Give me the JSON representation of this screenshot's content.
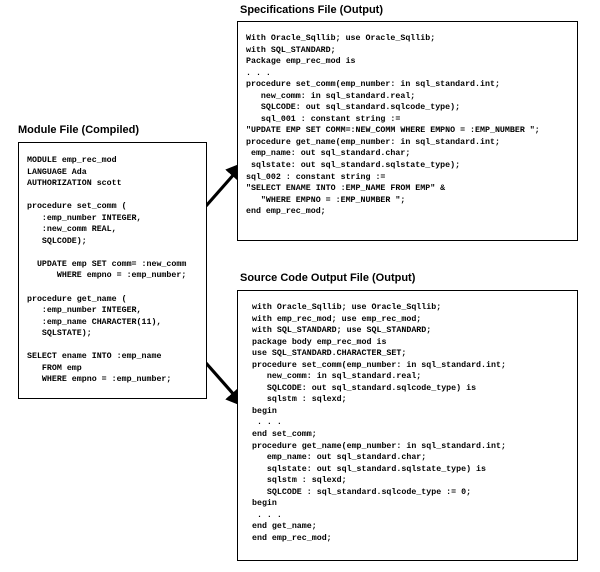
{
  "diagram": {
    "type": "flow-diagram",
    "title_font_weight": "bold",
    "background_color": "#ffffff",
    "line_color": "#000000"
  },
  "panels": {
    "module": {
      "title": "Module File (Compiled)",
      "code": "MODULE emp_rec_mod\nLANGUAGE Ada\nAUTHORIZATION scott\n\nprocedure set_comm (\n   :emp_number INTEGER,\n   :new_comm REAL,\n   SQLCODE);\n\n  UPDATE emp SET comm= :new_comm\n      WHERE empno = :emp_number;\n\nprocedure get_name (\n   :emp_number INTEGER,\n   :emp_name CHARACTER(11),\n   SQLSTATE);\n\nSELECT ename INTO :emp_name\n   FROM emp\n   WHERE empno = :emp_number;"
    },
    "specifications": {
      "title": "Specifications File (Output)",
      "code": "With Oracle_Sqllib; use Oracle_Sqllib;\nwith SQL_STANDARD;\nPackage emp_rec_mod is\n. . .\nprocedure set_comm(emp_number: in sql_standard.int;\n   new_comm: in sql_standard.real;\n   SQLCODE: out sql_standard.sqlcode_type);\n   sql_001 : constant string :=\n\"UPDATE EMP SET COMM=:NEW_COMM WHERE EMPNO = :EMP_NUMBER \";\nprocedure get_name(emp_number: in sql_standard.int;\n emp_name: out sql_standard.char;\n sqlstate: out sql_standard.sqlstate_type);\nsql_002 : constant string :=\n\"SELECT ENAME INTO :EMP_NAME FROM EMP\" &\n   \"WHERE EMPNO = :EMP_NUMBER \";\nend emp_rec_mod;"
    },
    "source_code": {
      "title": "Source Code Output File (Output)",
      "code": "with Oracle_Sqllib; use Oracle_Sqllib;\nwith emp_rec_mod; use emp_rec_mod;\nwith SQL_STANDARD; use SQL_STANDARD;\npackage body emp_rec_mod is\nuse SQL_STANDARD.CHARACTER_SET;\nprocedure set_comm(emp_number: in sql_standard.int;\n   new_comm: in sql_standard.real;\n   SQLCODE: out sql_standard.sqlcode_type) is\n   sqlstm : sqlexd;\nbegin\n . . .\nend set_comm;\nprocedure get_name(emp_number: in sql_standard.int;\n   emp_name: out sql_standard.char;\n   sqlstate: out sql_standard.sqlstate_type) is\n   sqlstm : sqlexd;\n   SQLCODE : sql_standard.sqlcode_type := 0;\nbegin\n . . .\nend get_name;\nend emp_rec_mod;"
    }
  },
  "arrows": [
    {
      "name": "module-to-specifications",
      "from": "module",
      "to": "specifications",
      "direction": "up-right"
    },
    {
      "name": "module-to-source-code",
      "from": "module",
      "to": "source_code",
      "direction": "down-right"
    }
  ]
}
